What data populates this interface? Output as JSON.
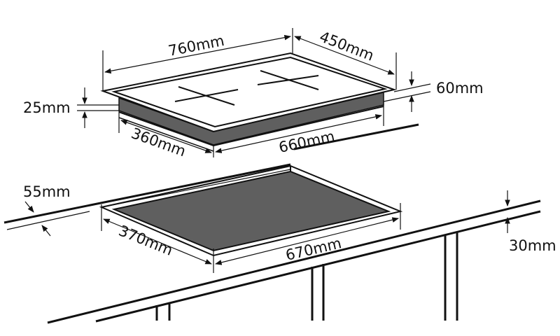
{
  "diagram": {
    "type": "cooktop-installation-dimensions",
    "colors": {
      "line": "#111111",
      "fill_grey": "#5f5f5f",
      "background": "#ffffff"
    },
    "hob": {
      "labels": {
        "width": "760mm",
        "depth": "450mm",
        "glass_thickness": "25mm",
        "body_height": "60mm",
        "body_depth": "360mm",
        "body_width": "660mm"
      },
      "burners": 2
    },
    "cutout": {
      "labels": {
        "front_clearance": "55mm",
        "depth": "370mm",
        "width": "670mm",
        "worktop_thickness": "30mm"
      }
    }
  }
}
